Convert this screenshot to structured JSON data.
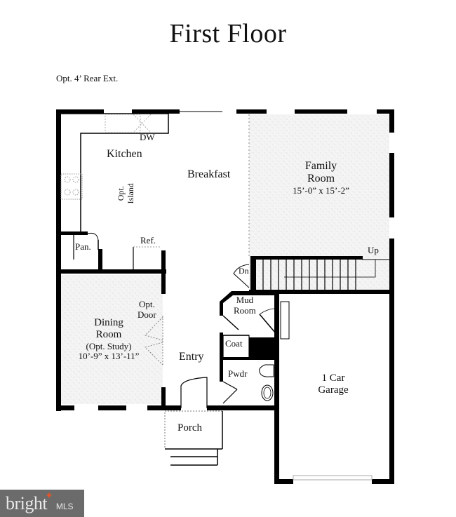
{
  "title": "First Floor",
  "note": "Opt. 4’ Rear Ext.",
  "rooms": {
    "kitchen": "Kitchen",
    "dw": "DW",
    "island_line1": "Opt.",
    "island_line2": "Island",
    "breakfast": "Breakfast",
    "family_line1": "Family",
    "family_line2": "Room",
    "family_dims": "15’-0” x 15’-2”",
    "pantry": "Pan.",
    "ref": "Ref.",
    "dn": "Dn",
    "up": "Up",
    "opt_door_line1": "Opt.",
    "opt_door_line2": "Door",
    "dining_line1": "Dining",
    "dining_line2": "Room",
    "dining_line3": "(Opt. Study)",
    "dining_dims": "10’-9” x 13’-11”",
    "entry": "Entry",
    "mud_line1": "Mud",
    "mud_line2": "Room",
    "coat": "Coat",
    "pwdr": "Pwdr",
    "garage_line1": "1 Car",
    "garage_line2": "Garage",
    "porch": "Porch"
  },
  "logo": {
    "brand": "bright",
    "suffix": "MLS",
    "accent_color": "#e2552b"
  }
}
